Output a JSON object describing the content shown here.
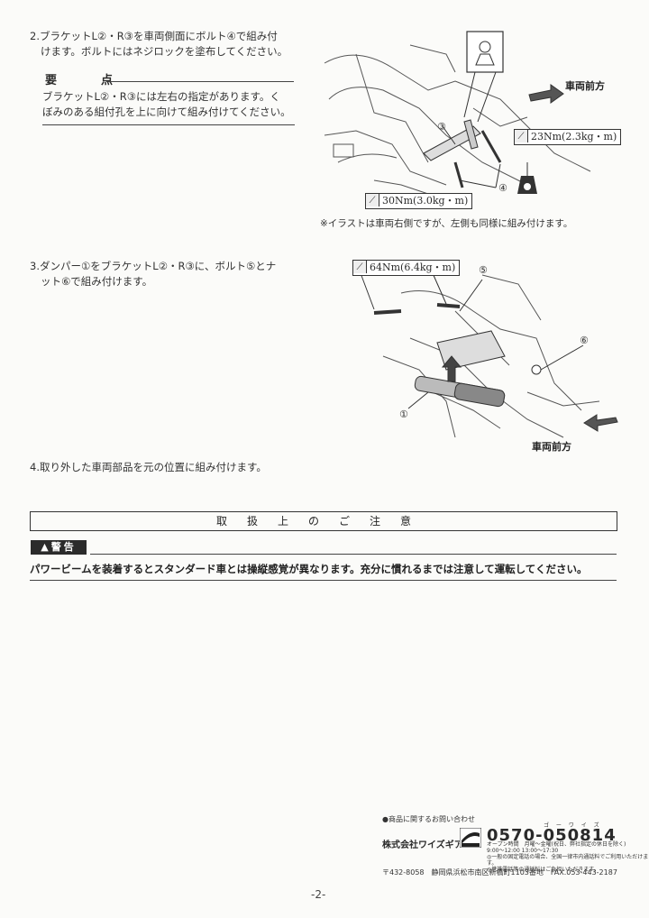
{
  "steps": [
    {
      "line1": "2.ブラケットL②・R③を車両側面にボルト④で組み付",
      "line2": "けます。ボルトにはネジロックを塗布してください。"
    },
    {
      "line1": "3.ダンパー①をブラケットL②・R③に、ボルト⑤とナ",
      "line2": "ット⑥で組み付けます。"
    },
    {
      "line1": "4.取り外した車両部品を元の位置に組み付けます。"
    }
  ],
  "point": {
    "title": "要　点",
    "line1": "ブラケットL②・R③には左右の指定があります。く",
    "line2": "ぼみのある組付孔を上に向けて組み付けてください。"
  },
  "figure1": {
    "front_label": "車両前方",
    "torque_a": "23Nm(2.3kg・m)",
    "torque_b": "30Nm(3.0kg・m)",
    "callout_3": "③",
    "callout_4": "④",
    "note": "※イラストは車両右側ですが、左側も同様に組み付けます。"
  },
  "figure2": {
    "torque": "64Nm(6.4kg・m)",
    "callout_5": "⑤",
    "callout_6": "⑥",
    "callout_1": "①",
    "front_label": "車両前方"
  },
  "caution": {
    "heading": "取扱上のご注意",
    "warning_label": "警告",
    "warning_text": "パワービームを装着するとスタンダード車とは操縦感覚が異なります。充分に慣れるまでは注意して運転してください。"
  },
  "contact": {
    "inquiry_label": "●商品に関するお問い合わせ",
    "company": "株式会社ワイズギア",
    "phone": "0570-050814",
    "phone_ruby": "ゴ ー ワ イ ズ",
    "hours_line1": "オープン時間　月曜～金曜(祝日、弊社指定の休日を除く)",
    "hours_line2": "9:00～12:00 13:00～17:30",
    "notice_line1": "◎一般の固定電話の場合、全国一律市内通話料でご利用いただけます。",
    "notice_line2": "◎携帯電話等の通話料はご負担いただきます。",
    "address": "〒432-8058　静岡県浜松市南区新橋町1103番地　FAX.053-443-2187"
  },
  "page_number": "-2-"
}
